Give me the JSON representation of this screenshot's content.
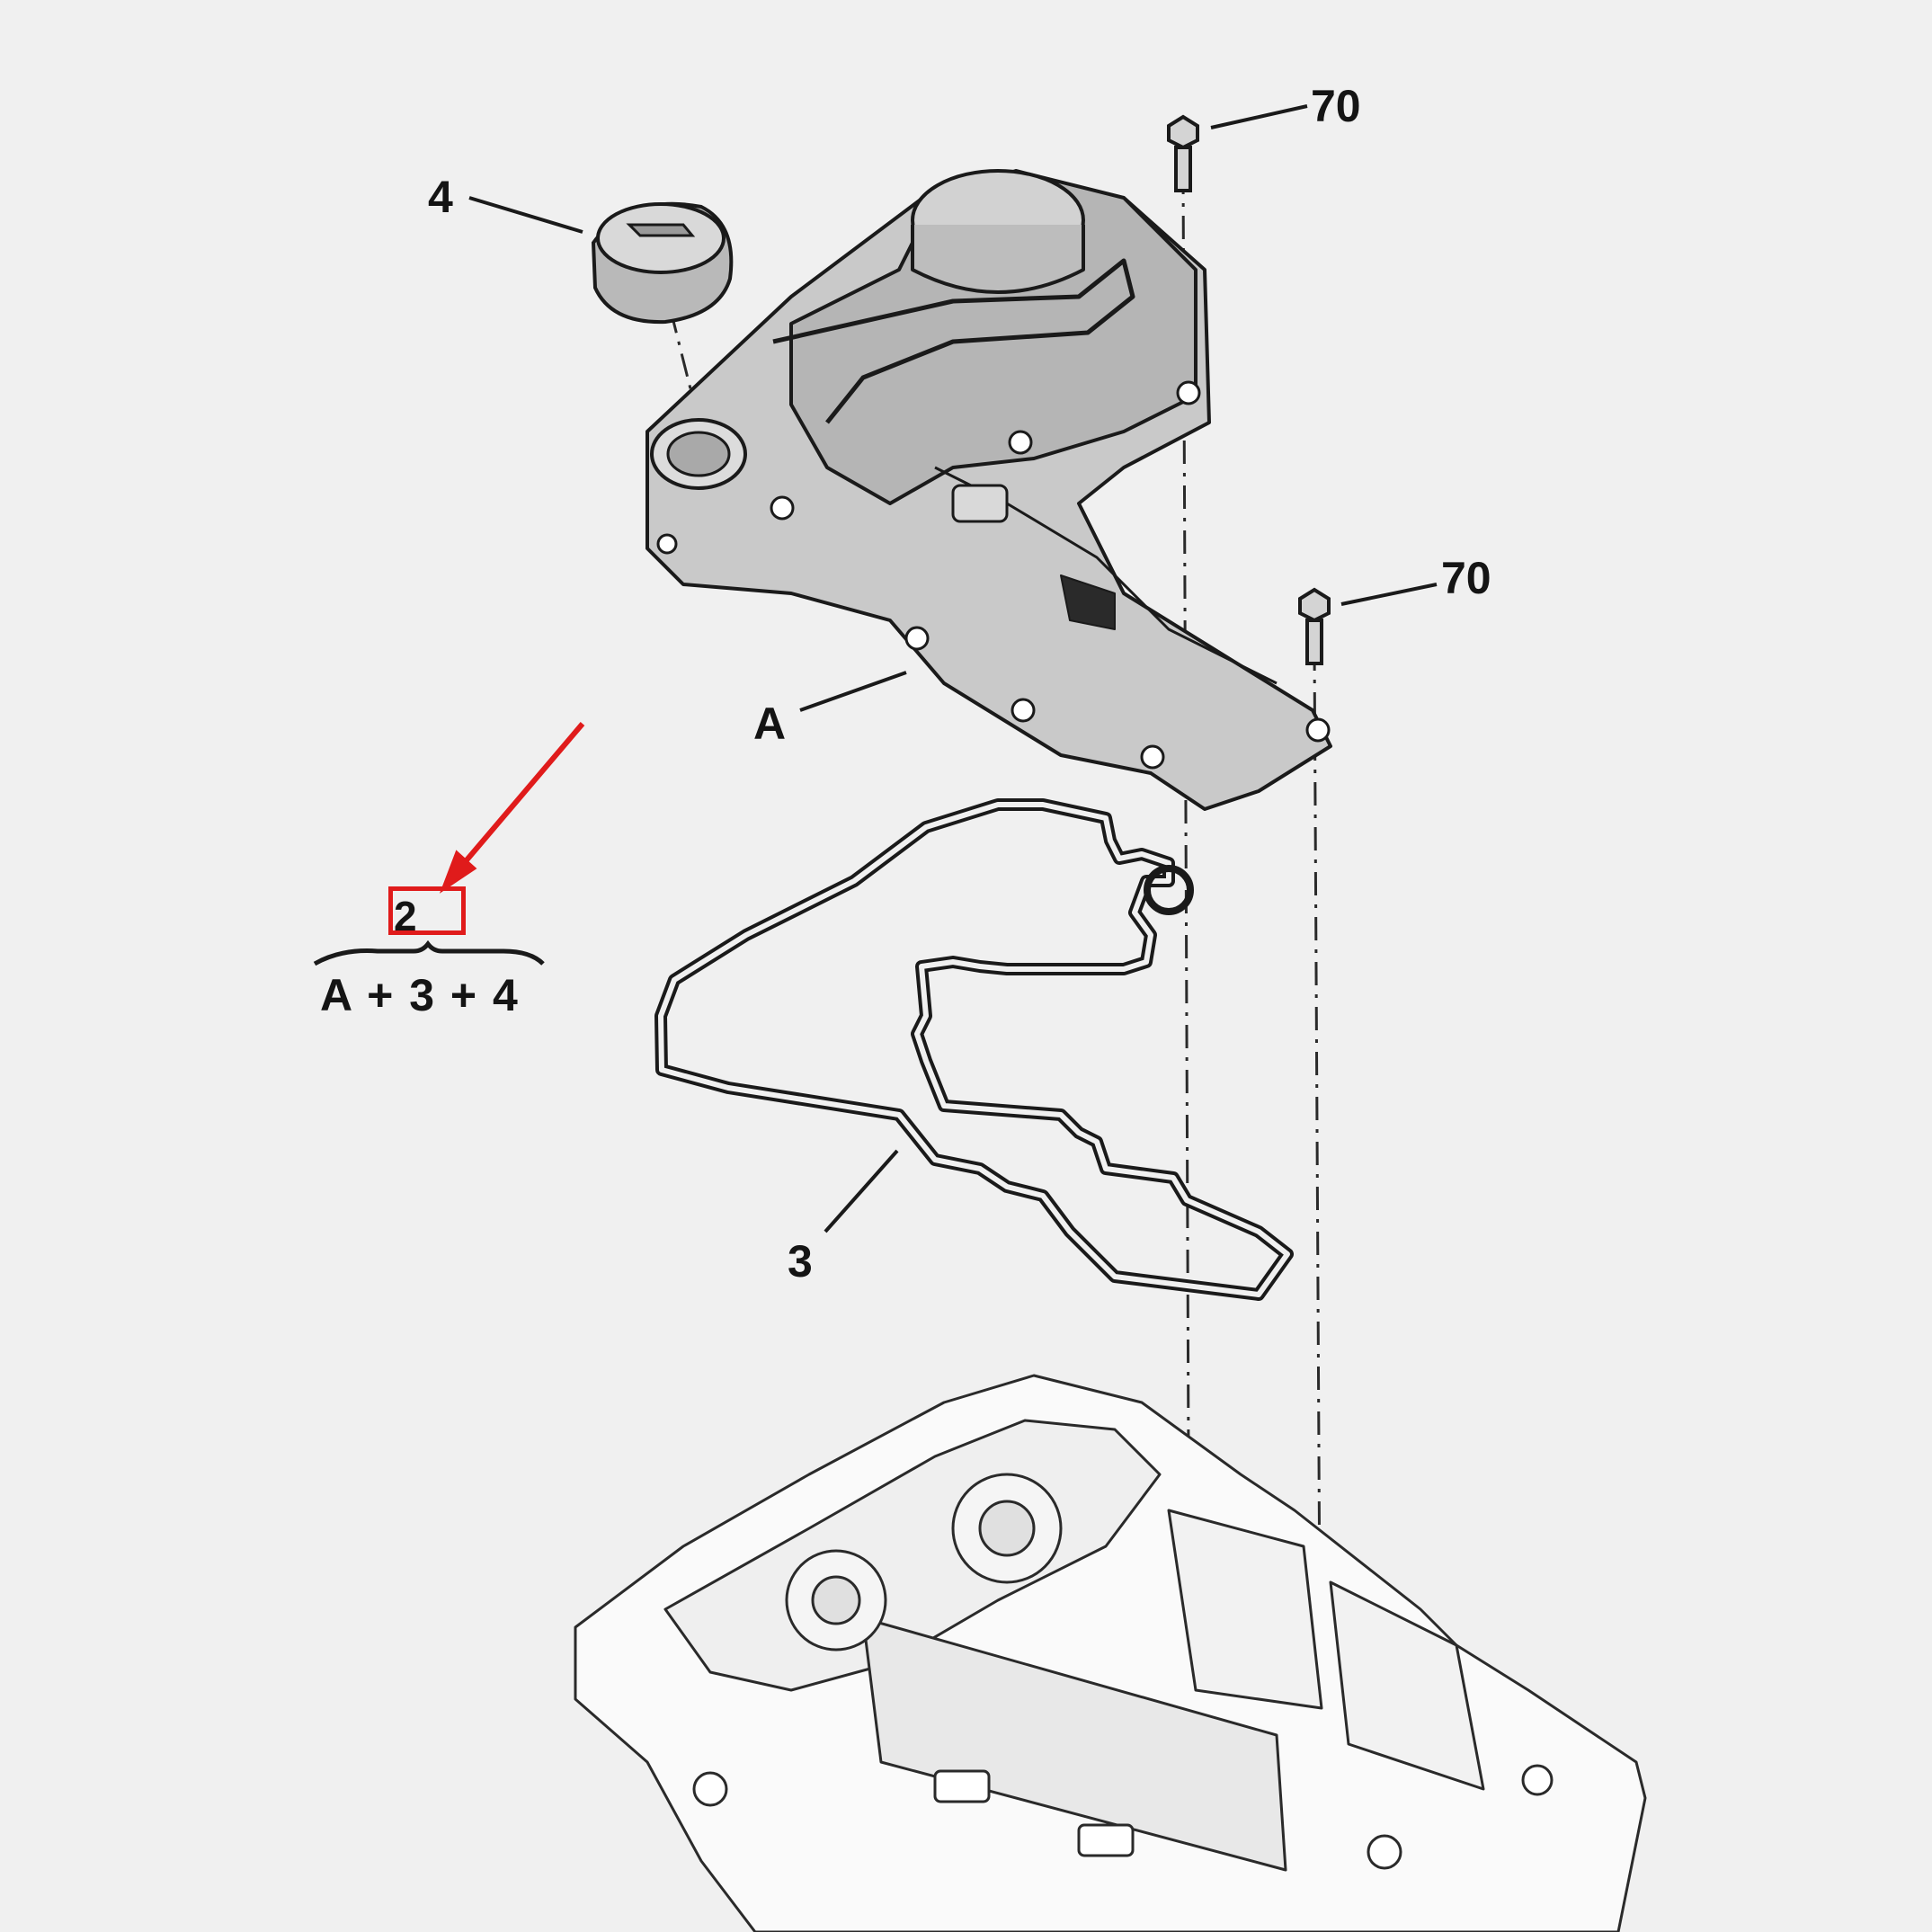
{
  "callouts": {
    "bolt_top": "70",
    "bolt_mid": "70",
    "oil_cap": "4",
    "cover": "A",
    "gasket": "3",
    "assembly": "2",
    "assembly_formula": "A + 3 + 4"
  },
  "colors": {
    "background": "#f0f0f0",
    "line": "#1a1a1a",
    "part_fill": "#c9c9c9",
    "highlight": "#e01b1b"
  },
  "icons": {
    "highlight_arrow": "red-arrow-icon",
    "bracket": "curly-brace-icon"
  }
}
